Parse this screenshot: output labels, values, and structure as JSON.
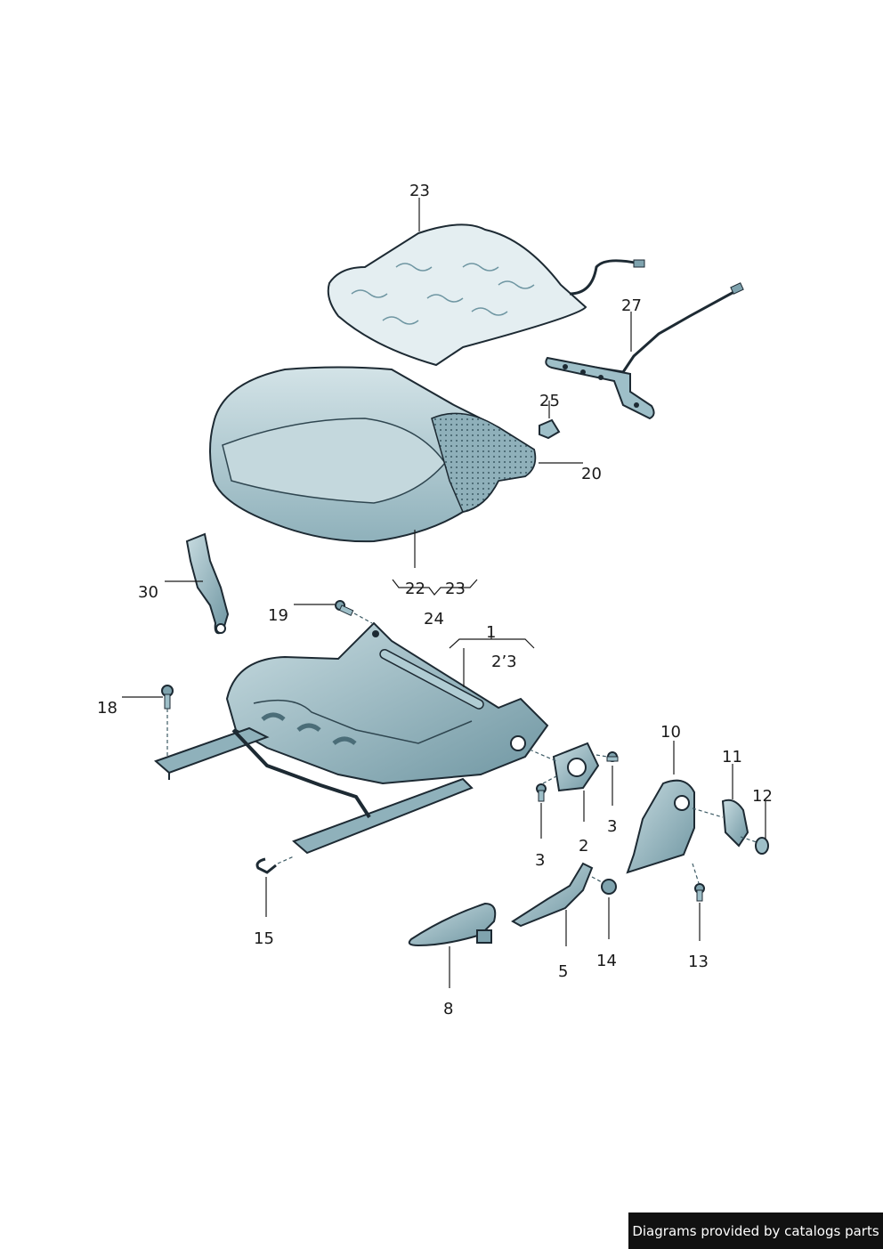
{
  "diagram": {
    "labels": {
      "l23top": "23",
      "l27": "27",
      "l25": "25",
      "l20": "20",
      "l22": "22",
      "l23b": "23",
      "l24": "24",
      "l30": "30",
      "l19": "19",
      "l1": "1",
      "l2_3": "2’3",
      "l18": "18",
      "l10": "10",
      "l11": "11",
      "l12": "12",
      "l3a": "3",
      "l3b": "3",
      "l2": "2",
      "l15": "15",
      "l14": "14",
      "l13": "13",
      "l5": "5",
      "l8": "8"
    }
  },
  "footer": {
    "credit": "Diagrams provided by catalogs parts"
  },
  "colors": {
    "part_fill": "#b9d3da",
    "part_dark": "#7fa3ae",
    "outline": "#1d2a33"
  }
}
